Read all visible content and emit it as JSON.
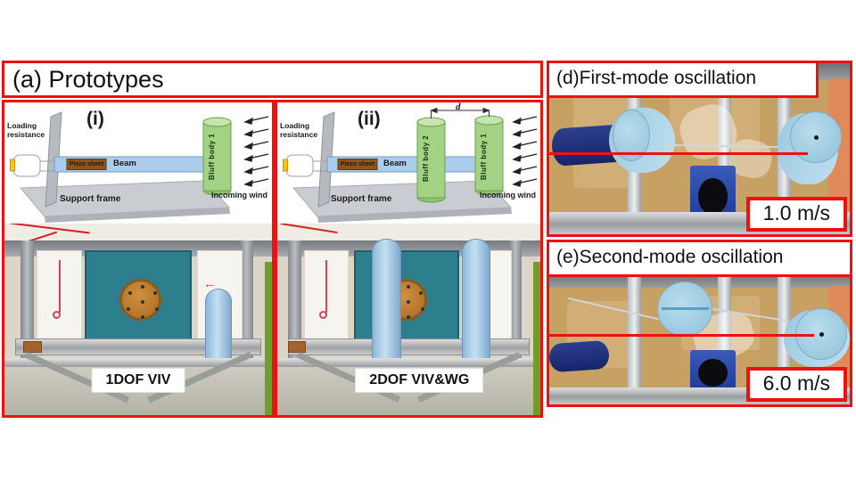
{
  "panel_a": {
    "title": "(a) Prototypes",
    "schematic_labels": {
      "loading_resistance": "Loading resistance",
      "piezo_sheet": "Piezo sheet",
      "beam": "Beam",
      "bluff_body_1": "Bluff body 1",
      "bluff_body_2": "Bluff body 2",
      "support_frame": "Support frame",
      "incoming_wind": "Incoming wind",
      "gap_distance": "d"
    },
    "sub_i": {
      "label": "(i)",
      "photo_caption": "1DOF VIV"
    },
    "sub_ii": {
      "label": "(ii)",
      "photo_caption": "2DOF VIV&WG"
    }
  },
  "panel_d": {
    "title": "(d)First-mode oscillation",
    "wind_speed": "1.0 m/s"
  },
  "panel_e": {
    "title": "(e)Second-mode oscillation",
    "wind_speed": "6.0 m/s"
  },
  "decor": {
    "red_arrow_mark": "←"
  },
  "colors": {
    "frame_red": "#ee1111",
    "annotation_red": "#ee1111",
    "beam_blue": "#abcdec",
    "piezo_brown": "#8f551d",
    "bluff_green": "#a3d284",
    "foam_blue": "#a8d2e8",
    "board_teal": "#2e7f8d"
  }
}
